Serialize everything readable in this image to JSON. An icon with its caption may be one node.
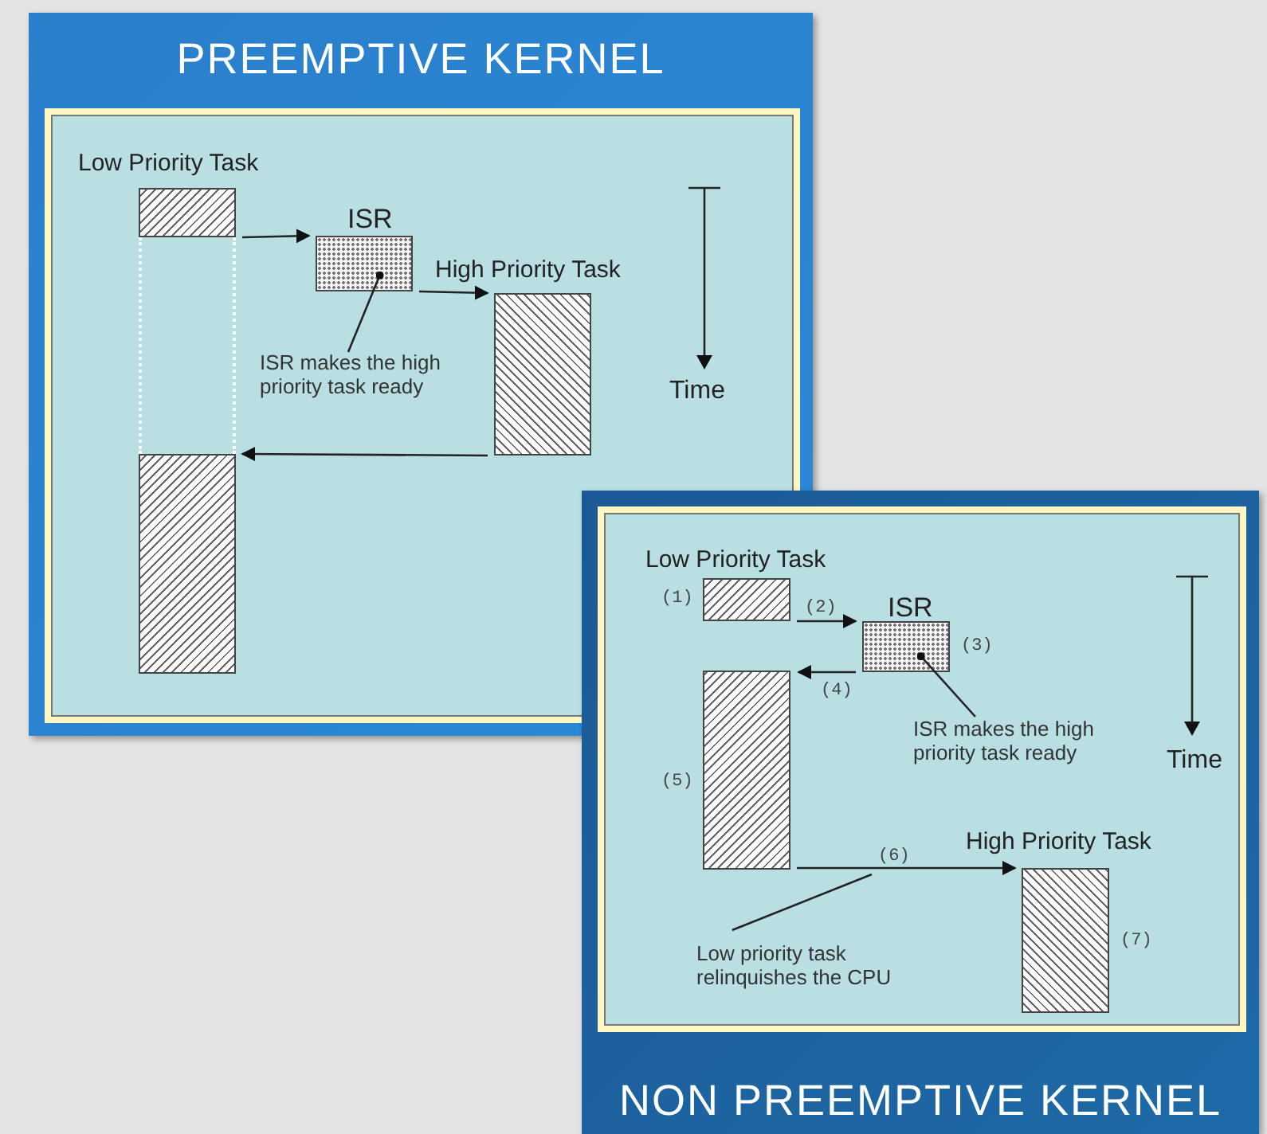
{
  "diagram": {
    "nodes": [
      {
        "text": [
          "PREEMPTIVE KERNEL"
        ]
      },
      {
        "text": [
          "Low Priority Task"
        ],
        "in": 0
      },
      {
        "text": [
          "ISR"
        ],
        "in": 0
      },
      {
        "text": [
          "High Priority Task"
        ],
        "in": 0
      },
      {
        "text": [],
        "shape": "bar",
        "in": 0
      },
      {
        "text": [
          "ISR makes the high priority task ready"
        ],
        "in": 0
      },
      {
        "text": [
          "NON PREEMPTIVE KERNEL"
        ]
      },
      {
        "text": [
          "Low Priority Task"
        ],
        "beside": [
          "(1)"
        ]
      },
      {
        "text": [
          "ISR"
        ],
        "in": 6,
        "beside": [
          "(3)"
        ]
      },
      {
        "text": [],
        "shape": "bar",
        "in": 6,
        "beside": [
          "(5)"
        ]
      },
      {
        "text": [
          "High Priority Task"
        ],
        "in": 6,
        "beside": [
          "(7)"
        ]
      },
      {
        "text": [
          "ISR makes the high priority task ready"
        ],
        "in": 6
      },
      {
        "text": [
          "Low priority task relinquishes the CPU"
        ],
        "in": 6
      },
      {
        "text": [],
        "shape": "box",
        "in": 0
      }
    ],
    "edges": [
      {
        "from": 1,
        "to": 2,
        "arrow": "to"
      },
      {
        "from": 2,
        "to": 3,
        "arrow": "to"
      },
      {
        "from": 3,
        "to": 4,
        "arrow": "to"
      },
      {
        "from": 5,
        "to": 2,
        "arrow": "other"
      },
      {
        "from": 7,
        "to": 8,
        "arrow": "to",
        "label": "(2)"
      },
      {
        "from": 8,
        "to": 9,
        "arrow": "to",
        "label": "(4)"
      },
      {
        "from": 9,
        "to": 10,
        "arrow": "to",
        "label": "(6)"
      },
      {
        "from": 11,
        "to": 8,
        "arrow": "other"
      },
      {
        "from": 12,
        "to": null,
        "arrow": "none"
      }
    ],
    "labels": [
      "Time",
      "Time"
    ]
  }
}
